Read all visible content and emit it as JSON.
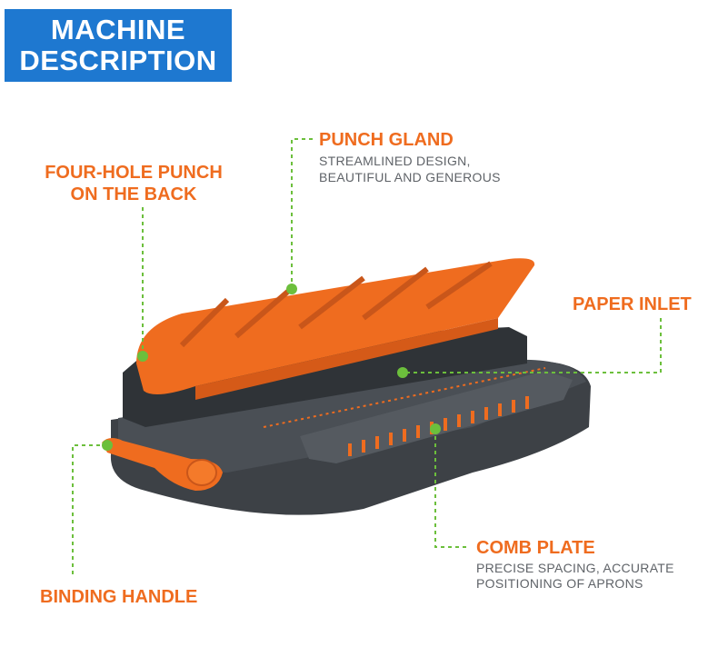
{
  "header": {
    "line1": "MACHINE",
    "line2": "DESCRIPTION"
  },
  "callouts": {
    "four_hole_punch": {
      "line1": "FOUR-HOLE PUNCH",
      "line2": "ON THE BACK"
    },
    "punch_gland": {
      "title": "PUNCH GLAND",
      "desc1": "STREAMLINED DESIGN,",
      "desc2": "BEAUTIFUL AND GENEROUS"
    },
    "paper_inlet": {
      "title": "PAPER INLET"
    },
    "comb_plate": {
      "title": "COMB PLATE",
      "desc1": "PRECISE SPACING, ACCURATE",
      "desc2": "POSITIONING OF APRONS"
    },
    "binding_handle": {
      "title": "BINDING HANDLE"
    }
  },
  "colors": {
    "accent": "#ef6c1f",
    "header_bg": "#1e78d0",
    "leader_line": "#6cbf3c",
    "machine_body": "#3d4146"
  }
}
